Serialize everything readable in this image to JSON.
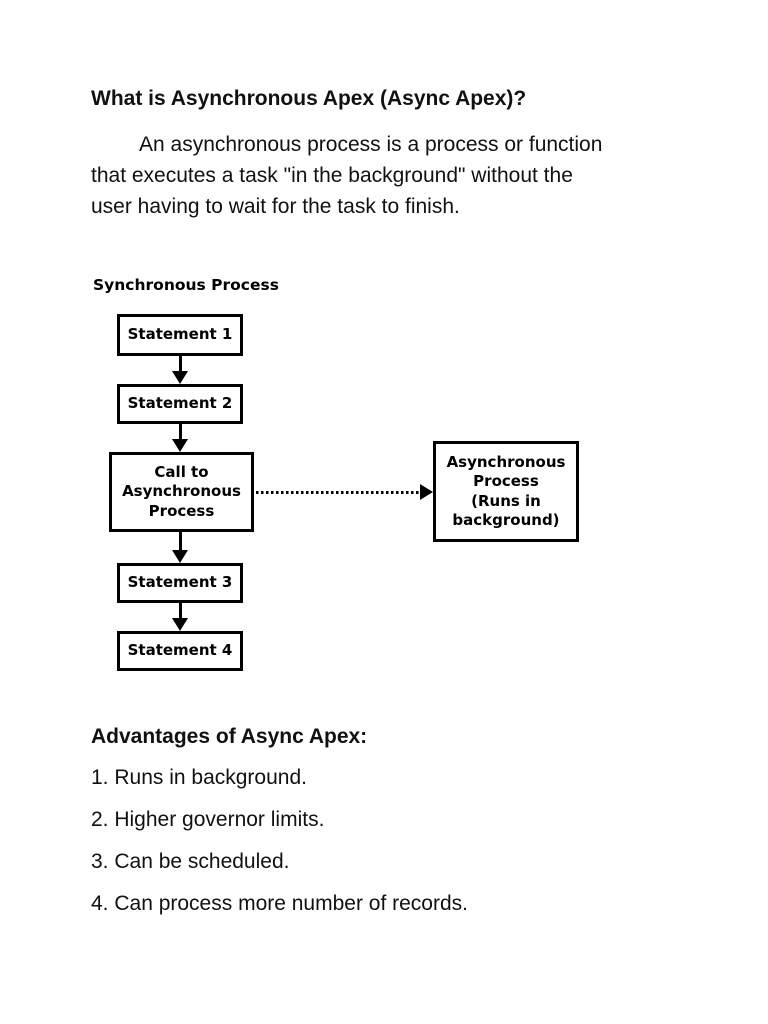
{
  "page": {
    "background": "#ffffff",
    "text_color": "#111111"
  },
  "document": {
    "heading": "What is Asynchronous Apex (Async Apex)?",
    "paragraph": "An asynchronous process is a process or function\nthat executes a task \"in the background\" without the\nuser having to wait for the task to finish.",
    "advantages_heading": "Advantages of Async Apex:",
    "advantages": [
      "1. Runs in background.",
      "2. Higher governor limits.",
      "3. Can be scheduled.",
      "4. Can process more number of records."
    ]
  },
  "diagram": {
    "title": "Synchronous Process",
    "border_color": "#000000",
    "arrow_color": "#000000",
    "boxes": {
      "statement1": "Statement 1",
      "statement2": "Statement 2",
      "call": "Call to\nAsynchronous\nProcess",
      "statement3": "Statement 3",
      "statement4": "Statement 4",
      "async": "Asynchronous\nProcess\n(Runs in\nbackground)"
    }
  }
}
